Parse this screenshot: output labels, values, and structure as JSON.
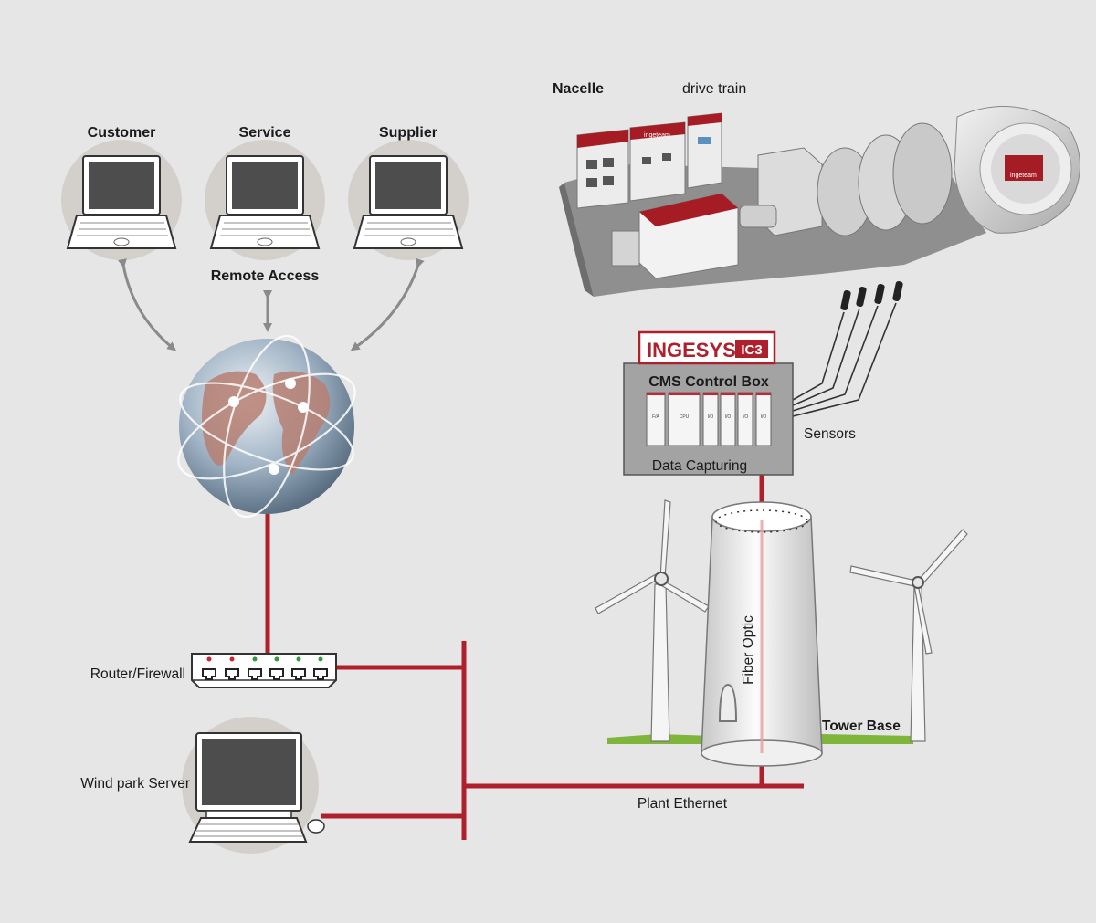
{
  "labels": {
    "customer": "Customer",
    "service": "Service",
    "supplier": "Supplier",
    "remote_access": "Remote Access",
    "nacelle": "Nacelle",
    "drive_train": "drive train",
    "brand_name": "INGESYS",
    "brand_badge": "IC3",
    "control_box_title": "CMS Control Box",
    "data_capturing": "Data Capturing",
    "sensors": "Sensors",
    "fiber_optic": "Fiber Optic",
    "tower_base": "Tower Base",
    "router_firewall": "Router/Firewall",
    "wind_park_server": "Wind park Server",
    "plant_ethernet": "Plant Ethernet",
    "ingeteam": "ingeteam",
    "module_labels": [
      "F/A",
      "CPU",
      "I/O",
      "I/O",
      "I/O",
      "I/O"
    ]
  },
  "colors": {
    "background": "#e6e6e6",
    "network_line": "#b01f2c",
    "brand": "#b01f2c",
    "cabinet_red": "#a51c24",
    "control_box": "#a3a3a3",
    "circle_bg": "#d3d0cb",
    "laptop_screen": "#4d4d4d",
    "arrow": "#8a8a8a",
    "grass": "#7fb53a"
  },
  "icons": {
    "laptops": [
      "laptop-icon",
      "laptop-icon",
      "laptop-icon"
    ],
    "globe": "globe-icon",
    "router": "router-icon",
    "server": "desktop-computer-icon",
    "nacelle": "wind-turbine-nacelle-icon",
    "turbine": "wind-turbine-icon",
    "sensor": "sensor-probe-icon"
  }
}
